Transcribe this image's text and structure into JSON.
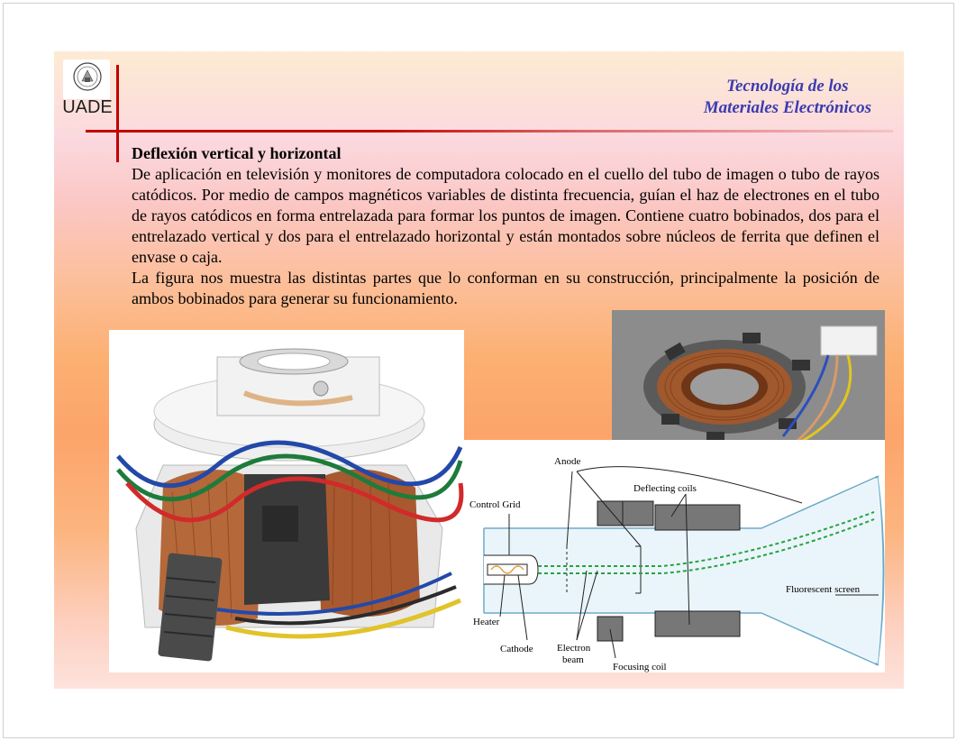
{
  "header": {
    "logo_text": "UADE",
    "title_line1": "Tecnología de los",
    "title_line2": "Materiales Electrónicos"
  },
  "content": {
    "heading": "Deflexión vertical y horizontal",
    "paragraph1": "De aplicación en televisión y monitores de computadora colocado en el cuello del tubo de imagen o tubo de rayos catódicos. Por medio de campos magnéticos variables de distinta frecuencia, guían el haz de electrones en el tubo de rayos catódicos en forma entrelazada para formar los puntos de imagen. Contiene cuatro bobinados, dos para el entrelazado vertical y dos para el entrelazado horizontal y están montados sobre núcleos de ferrita que definen el envase o caja.",
    "paragraph2": "La figura nos muestra las distintas partes que lo conforman en su construcción, principalmente la posición de ambos bobinados para generar su funcionamiento."
  },
  "diagram": {
    "labels": {
      "anode": "Anode",
      "deflecting_coils": "Deflecting coils",
      "control_grid": "Control Grid",
      "fluorescent_screen": "Fluorescent screen",
      "heater": "Heater",
      "cathode": "Cathode",
      "electron_beam_1": "Electron",
      "electron_beam_2": "beam",
      "focusing_coil": "Focusing coil"
    }
  },
  "colors": {
    "accent_red": "#c10000",
    "title_blue": "#3b3bb0"
  }
}
